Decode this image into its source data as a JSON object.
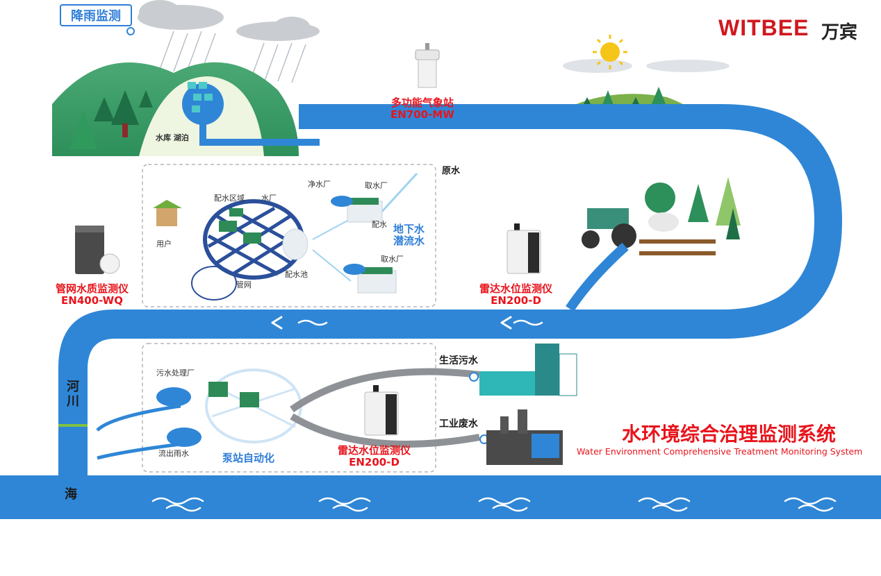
{
  "brand": {
    "name": "WITBEE",
    "name_cn": "万宾"
  },
  "tags": {
    "rain": "降雨监测"
  },
  "system": {
    "title": "水环境综合治理监测系统",
    "subtitle": "Water Environment Comprehensive Treatment Monitoring System"
  },
  "devices": {
    "weather": {
      "name": "多功能气象站",
      "model": "EN700-MW"
    },
    "pipe_quality": {
      "name": "管网水质监测仪",
      "model": "EN400-WQ"
    },
    "radar_upper": {
      "name": "雷达水位监测仪",
      "model": "EN200-D"
    },
    "radar_lower": {
      "name": "雷达水位监测仪",
      "model": "EN200-D"
    }
  },
  "labels": {
    "reservoir": "水库 湖泊",
    "raw_water": "原水",
    "clean_plant": "净水厂",
    "intake1": "取水厂",
    "intake2": "取水厂",
    "distribution": "配水",
    "underground": [
      "地下水",
      "潜流水"
    ],
    "dist_area": "配水区域",
    "water_plant": "水厂",
    "user": "用户",
    "pipe_net": "管网",
    "dist_pool": "配水池",
    "sewage_plant": "污水处理厂",
    "rain_out": "流出雨水",
    "pump_auto": "泵站自动化",
    "domestic": "生活污水",
    "industrial": "工业废水",
    "river": [
      "河",
      "川"
    ],
    "sea": "海"
  },
  "colors": {
    "river": "#2f86d6",
    "river_dark": "#1f6fc0",
    "brand": "#d0181f",
    "device_label": "#e8141c",
    "grid": "#2b4f9a"
  }
}
